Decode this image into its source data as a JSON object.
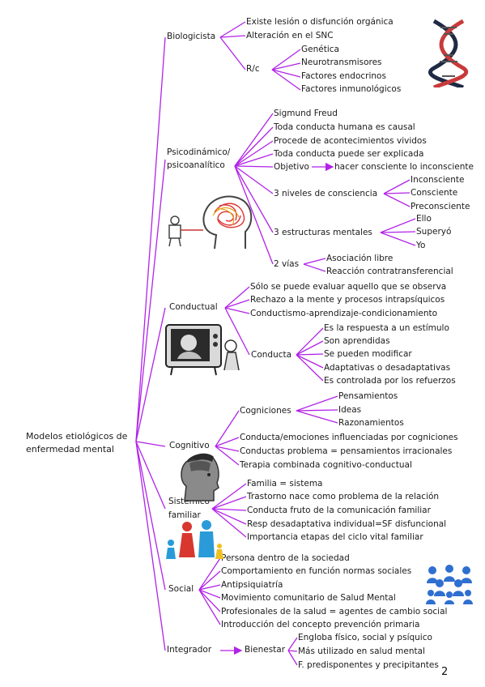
{
  "root": {
    "line1": "Modelos etiológicos de",
    "line2": "enfermedad mental"
  },
  "page_number": "2",
  "colors": {
    "link": "#b222e8",
    "arrow": "#b222e8",
    "text": "#1a1a1a"
  },
  "icons": [
    "dna-icon",
    "thinking-head-icon",
    "television-icon",
    "open-head-icon",
    "family-icon",
    "people-group-icon"
  ],
  "biologicista": {
    "label": "Biologicista",
    "items": [
      "Existe lesión o disfunción orgánica",
      "Alteración en el SNC"
    ],
    "rc": {
      "label": "R/c",
      "items": [
        "Genética",
        "Neurotransmisores",
        "Factores endocrinos",
        "Factores inmunológicos"
      ]
    }
  },
  "psicodinamico": {
    "label1": "Psicodinámico/",
    "label2": "psicoanalítico",
    "items": [
      "Sigmund Freud",
      "Toda conducta humana es causal",
      "Procede de acontecimientos vividos",
      "Toda conducta puede ser explicada"
    ],
    "objetivo": {
      "label": "Objetivo",
      "target": "hacer consciente lo inconsciente"
    },
    "niveles": {
      "label": "3 niveles de consciencia",
      "items": [
        "Inconsciente",
        "Consciente",
        "Preconsciente"
      ]
    },
    "estructuras": {
      "label": "3 estructuras mentales",
      "items": [
        "Ello",
        "Superyó",
        "Yo"
      ]
    },
    "vias": {
      "label": "2 vías",
      "items": [
        "Asociación libre",
        "Reacción contratransferencial"
      ]
    }
  },
  "conductual": {
    "label": "Conductual",
    "items": [
      "Sólo se puede evaluar aquello que se observa",
      "Rechazo a la mente y procesos intrapsíquicos",
      "Conductismo-aprendizaje-condicionamiento"
    ],
    "conducta": {
      "label": "Conducta",
      "items": [
        "Es la respuesta a un estímulo",
        "Son aprendidas",
        "Se pueden modificar",
        "Adaptativas o desadaptativas",
        "Es controlada por los refuerzos"
      ]
    }
  },
  "cognitivo": {
    "label": "Cognitivo",
    "cogniciones": {
      "label": "Cogniciones",
      "items": [
        "Pensamientos",
        "Ideas",
        "Razonamientos"
      ]
    },
    "items": [
      "Conducta/emociones influenciadas por cogniciones",
      "Conductas problema = pensamientos irracionales",
      "Terapia combinada cognitivo-conductual"
    ]
  },
  "sistemico": {
    "label1": "Sistémico",
    "label2": "familiar",
    "items": [
      "Familia = sistema",
      "Trastorno nace como problema de la relación",
      "Conducta fruto de la comunicación familiar",
      "Resp desadaptativa individual=SF disfuncional",
      "Importancia etapas del ciclo vital familiar"
    ]
  },
  "social": {
    "label": "Social",
    "items": [
      "Persona dentro de la sociedad",
      "Comportamiento en función normas sociales",
      "Antipsiquiatría",
      "Movimiento comunitario de Salud Mental",
      "Profesionales de la salud = agentes de cambio social",
      "Introducción del concepto prevención primaria"
    ]
  },
  "integrador": {
    "label": "Integrador",
    "bienestar": {
      "label": "Bienestar",
      "items": [
        "Engloba físico, social y psíquico",
        "Más utilizado en salud mental",
        "F. predisponentes y precipitantes"
      ]
    }
  }
}
